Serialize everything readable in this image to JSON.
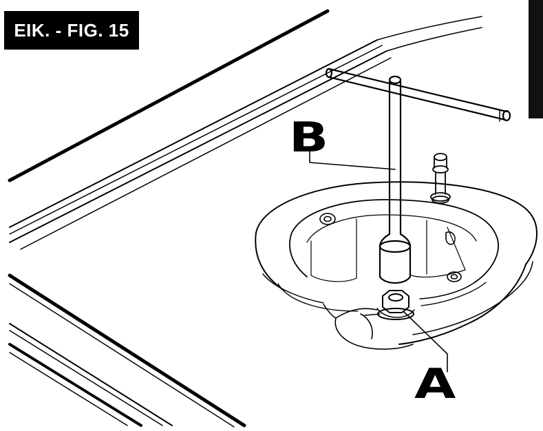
{
  "figure": {
    "label": "EIK. - FIG. 15"
  },
  "callouts": {
    "a": "A",
    "b": "B"
  },
  "colors": {
    "ink": "#000000",
    "paper": "#ffffff",
    "edge_tab": "#111111"
  }
}
